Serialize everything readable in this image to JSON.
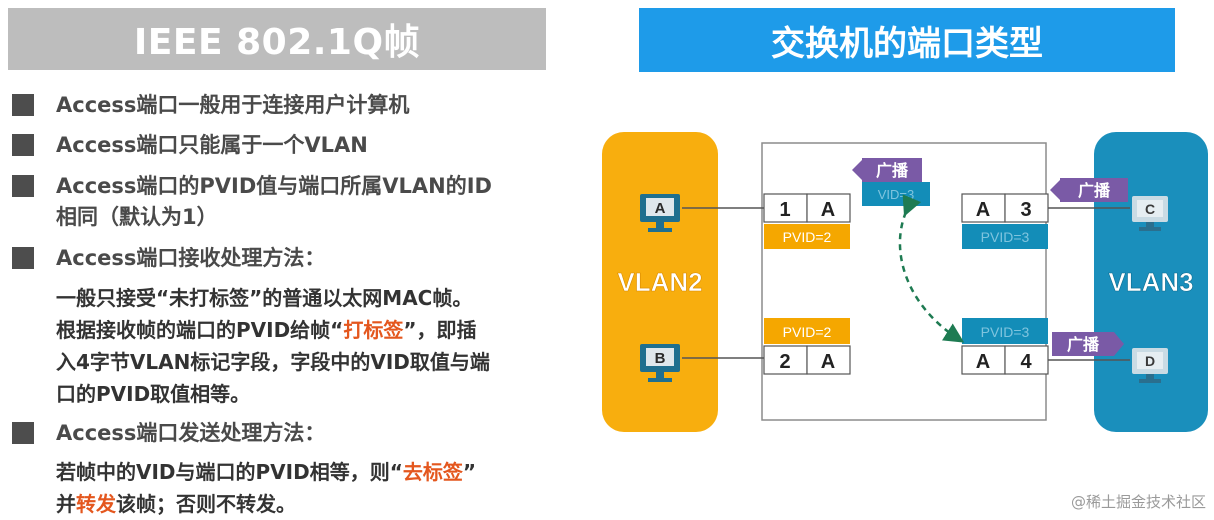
{
  "left_header": "IEEE 802.1Q帧",
  "right_header": "交换机的端口类型",
  "bullets": [
    {
      "lines": [
        "Access端口一般用于连接用户计算机"
      ]
    },
    {
      "lines": [
        "Access端口只能属于一个VLAN"
      ]
    },
    {
      "lines": [
        "Access端口的PVID值与端口所属VLAN的ID",
        "相同（默认为1）"
      ]
    },
    {
      "lines": [
        "Access端口接收处理方法："
      ]
    },
    {
      "lines": [
        "Access端口发送处理方法："
      ]
    }
  ],
  "receive_para": {
    "line1": "一般只接受“未打标签”的普通以太网MAC帧。",
    "line2_pre": "根据接收帧的端口的PVID给帧“",
    "line2_red": "打标签",
    "line2_post": "”，即插",
    "line3": "入4字节VLAN标记字段，字段中的VID取值与端",
    "line4": "口的PVID取值相等。"
  },
  "send_para": {
    "line1_pre": "若帧中的VID与端口的PVID相等，则“",
    "line1_red": "去标签",
    "line1_post": "”",
    "line2_pre": "并",
    "line2_red": "转发",
    "line2_post": "该帧；否则不转发。"
  },
  "diagram": {
    "vlan_left": "VLAN2",
    "vlan_right": "VLAN3",
    "host_a": "A",
    "host_b": "B",
    "host_c": "C",
    "host_d": "D",
    "port1_num": "1",
    "port1_type": "A",
    "port1_pvid": "PVID=2",
    "port2_num": "2",
    "port2_type": "A",
    "port2_pvid": "PVID=2",
    "port3_num": "3",
    "port3_type": "A",
    "port3_pvid": "PVID=3",
    "port4_num": "4",
    "port4_type": "A",
    "port4_pvid": "PVID=3",
    "broadcast_label": "广播",
    "vid_tag": "VID=3"
  },
  "colors": {
    "vlan2": "#f8ae0e",
    "vlan3": "#1a8fbc",
    "pvid2": "#f5a700",
    "pvid3": "#138db8",
    "broadcast": "#7a5aa6",
    "path": "#1e7b52",
    "accent_red": "#e4571e"
  },
  "watermark": "@稀土掘金技术社区"
}
